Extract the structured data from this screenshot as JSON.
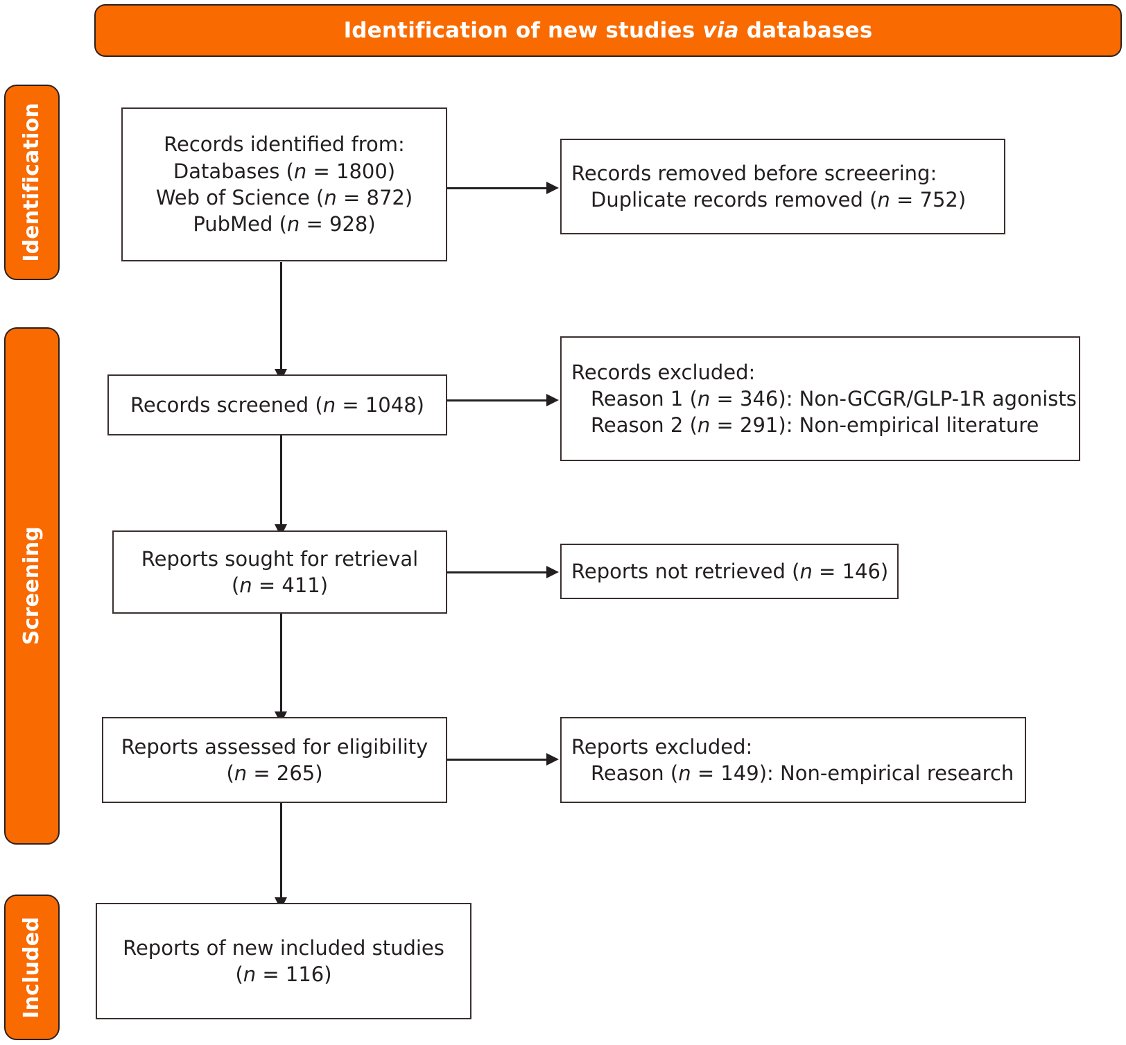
{
  "diagram": {
    "title_banner": {
      "text_before_italic": "Identification of new studies ",
      "italic_word": "via",
      "text_after_italic": " databases",
      "full_text": "Identification of new studies via databases"
    },
    "accent_color": "#F96A00",
    "border_color": "#3a2f2e",
    "text_color": "#231f20"
  },
  "stages": [
    {
      "id": "identification",
      "label": "Identification"
    },
    {
      "id": "screening",
      "label": "Screening"
    },
    {
      "id": "included",
      "label": "Included"
    }
  ],
  "boxes": {
    "records_identified": {
      "lines": [
        "Records identified from:",
        "Databases (n = 1800)",
        "Web of Science (n = 872)",
        "PubMed (n = 928)"
      ]
    },
    "records_removed": {
      "lines": [
        "Records removed before screeering:",
        "Duplicate records removed (n = 752)"
      ]
    },
    "records_screened": {
      "lines": [
        "Records screened (n = 1048)"
      ]
    },
    "records_excluded": {
      "lines": [
        "Records excluded:",
        "Reason 1 (n = 346): Non-GCGR/GLP-1R agonists",
        "Reason 2 (n = 291): Non-empirical literature"
      ]
    },
    "reports_sought": {
      "lines": [
        "Reports sought for retrieval",
        "(n = 411)"
      ]
    },
    "reports_not_retrieved": {
      "lines": [
        "Reports not retrieved (n = 146)"
      ]
    },
    "reports_assessed": {
      "lines": [
        "Reports assessed for eligibility",
        "(n = 265)"
      ]
    },
    "reports_excluded": {
      "lines": [
        "Reports excluded:",
        "Reason (n = 149): Non-empirical research"
      ]
    },
    "reports_included": {
      "lines": [
        "Reports of new included studies",
        "(n = 116)"
      ]
    }
  },
  "counts": {
    "databases": 1800,
    "web_of_science": 872,
    "pubmed": 928,
    "duplicates_removed": 752,
    "records_screened": 1048,
    "excluded_reason1": 346,
    "excluded_reason2": 291,
    "reports_sought": 411,
    "reports_not_retrieved": 146,
    "reports_assessed": 265,
    "reports_excluded_reason": 149,
    "reports_included": 116
  }
}
